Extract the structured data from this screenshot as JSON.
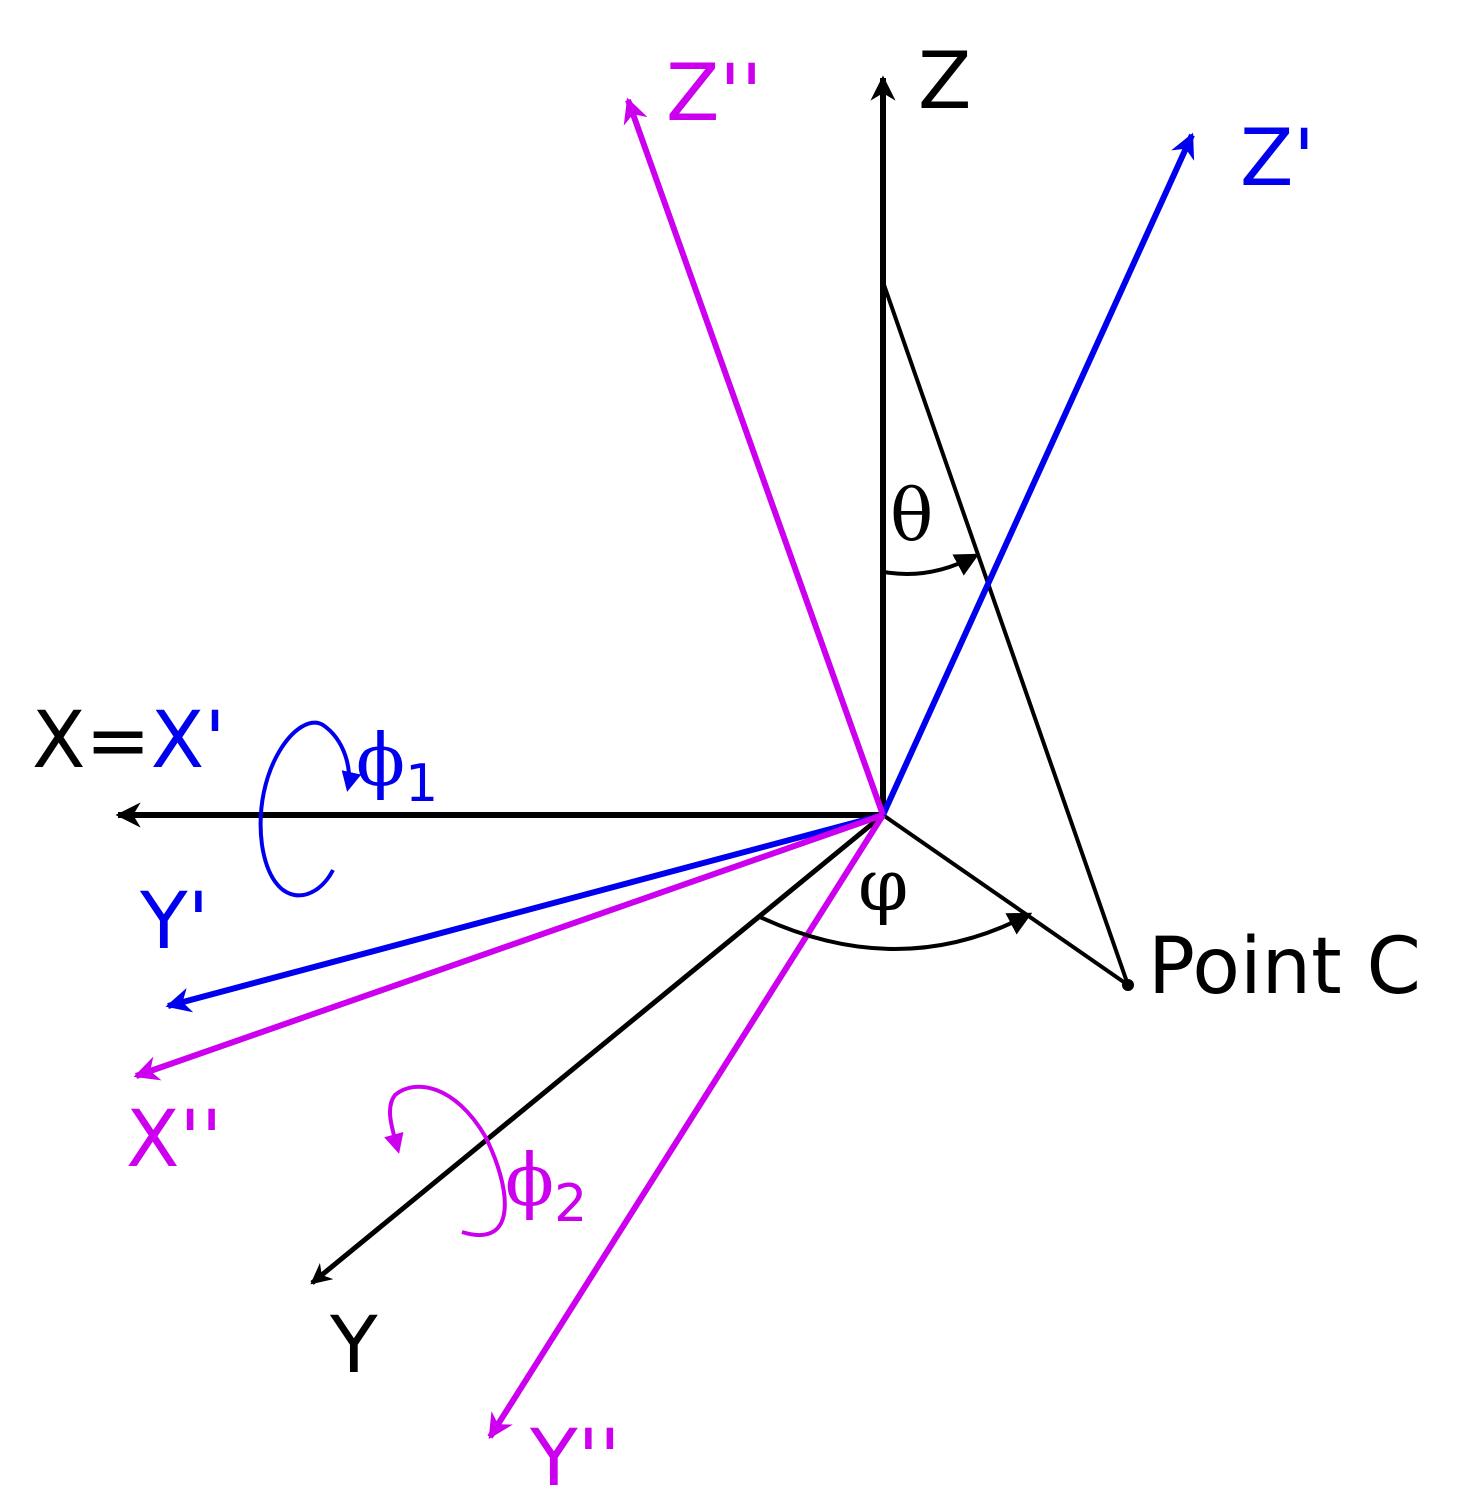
{
  "colors": {
    "original_frame": "#000000",
    "first_rotation": "#0000ee",
    "second_rotation": "#cc00ee"
  },
  "axes": {
    "z": "Z",
    "z_prime": "Z'",
    "z_double_prime": "Z''",
    "x_eq_prefix": "X=",
    "x_prime": "X'",
    "y_prime": "Y'",
    "x_double_prime": "X''",
    "y": "Y",
    "y_double_prime": "Y''"
  },
  "angles": {
    "theta": "θ",
    "varphi": "φ",
    "phi": "ϕ",
    "phi1_sub": "1",
    "phi2_sub": "2"
  },
  "point_label": "Point C"
}
